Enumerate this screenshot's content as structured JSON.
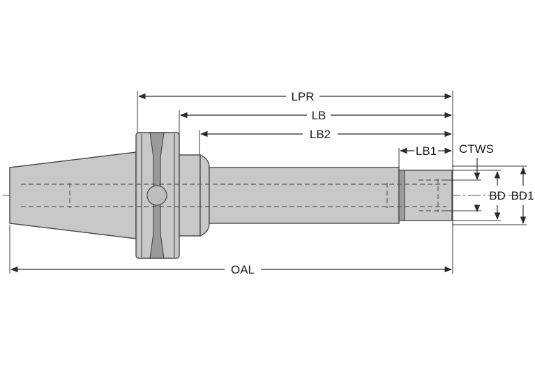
{
  "diagram": {
    "colors": {
      "body": "#c8c8c8",
      "shadow": "#9a9a9a",
      "outline": "#4a4a4a",
      "dimension": "#2a2a2a",
      "background": "#ffffff"
    },
    "labels": {
      "lpr": "LPR",
      "lb": "LB",
      "lb2": "LB2",
      "lb1": "LB1",
      "ctws": "CTWS",
      "bd": "BD",
      "bd1": "BD1",
      "oal": "OAL"
    }
  }
}
